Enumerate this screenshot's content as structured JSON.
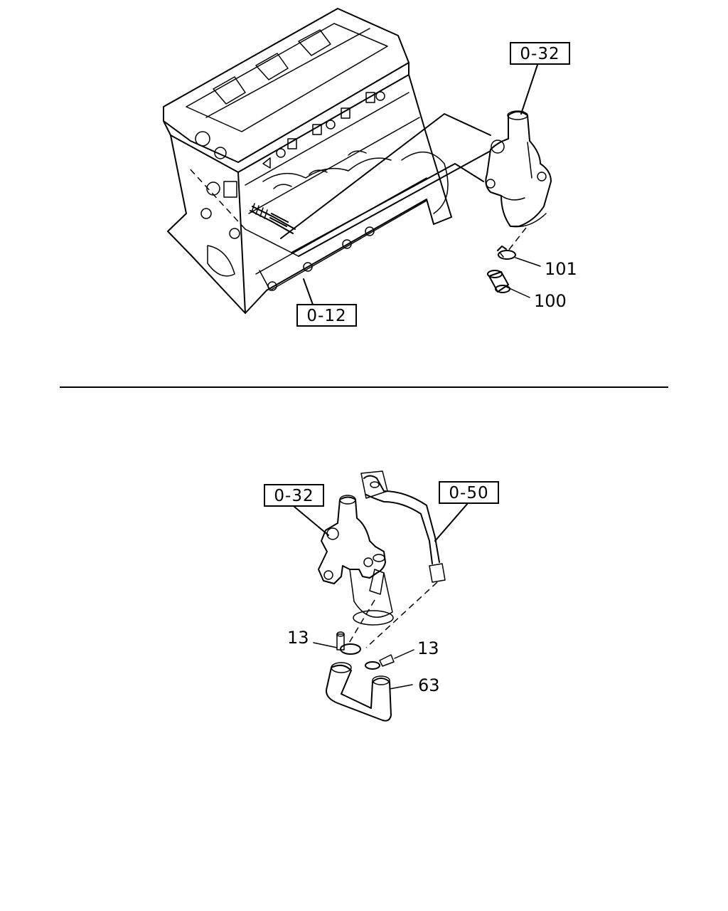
{
  "refs": {
    "top_0_32": "0-32",
    "top_0_12": "0-12",
    "bottom_0_32": "0-32",
    "bottom_0_50": "0-50"
  },
  "parts": {
    "p101": "101",
    "p100": "100",
    "p13_left": "13",
    "p13_right": "13",
    "p63": "63"
  }
}
